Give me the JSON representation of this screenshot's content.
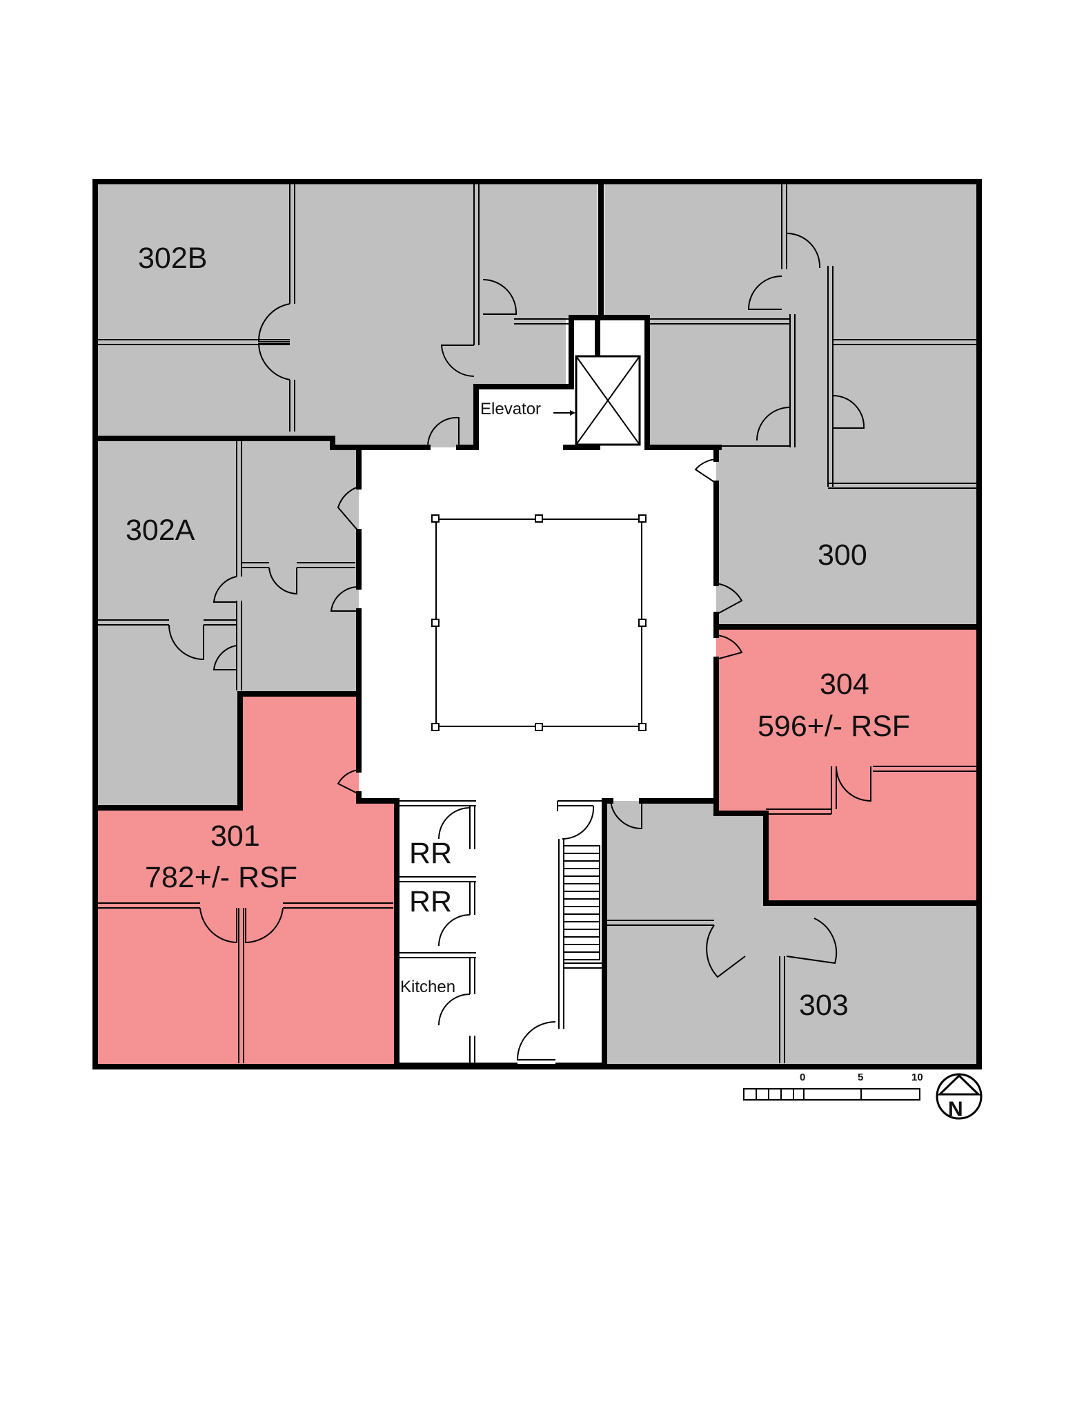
{
  "units": {
    "u302b": {
      "name": "302B",
      "status": "occupied"
    },
    "u302a": {
      "name": "302A",
      "status": "occupied"
    },
    "u300": {
      "name": "300",
      "status": "occupied"
    },
    "u304": {
      "name": "304",
      "area": "596+/- RSF",
      "status": "available"
    },
    "u301": {
      "name": "301",
      "area": "782+/- RSF",
      "status": "available"
    },
    "u303": {
      "name": "303",
      "status": "occupied"
    }
  },
  "rooms": {
    "restroom1": "RR",
    "restroom2": "RR",
    "kitchen": "Kitchen",
    "elevator": "Elevator"
  },
  "scale": {
    "ticks": [
      "0",
      "5",
      "10"
    ]
  },
  "north": {
    "label": "N",
    "icon": "north-arrow-icon"
  },
  "colors": {
    "available": "#f59294",
    "occupied": "#c0c0c0",
    "wall": "#000000"
  }
}
